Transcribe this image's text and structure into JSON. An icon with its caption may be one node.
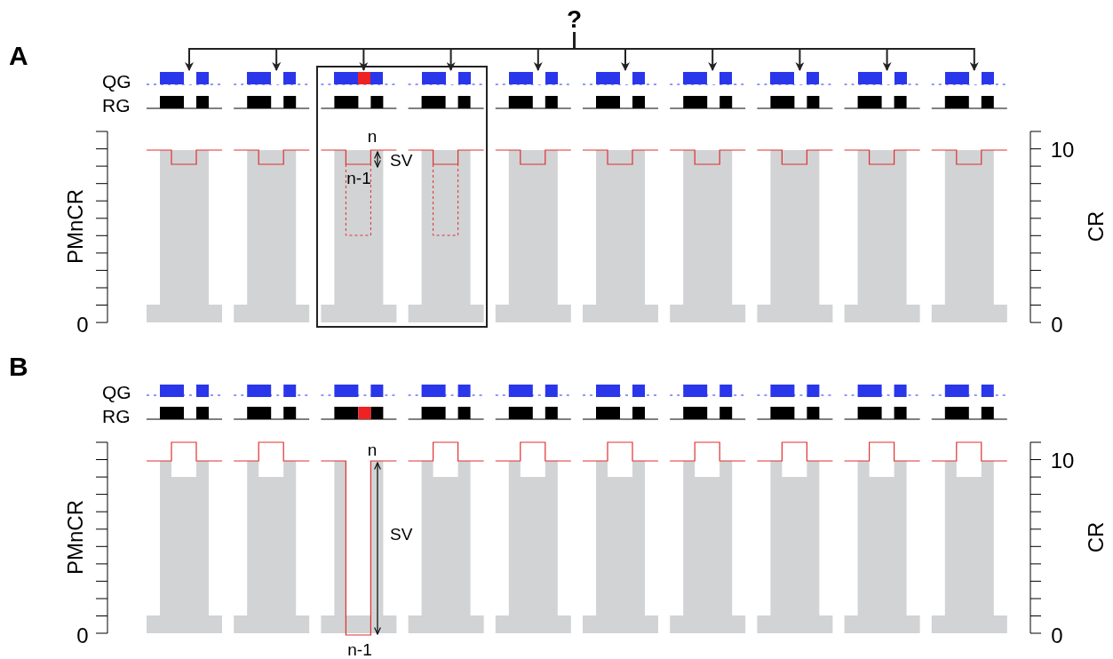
{
  "diagram": {
    "nodes": [
      {
        "text": [
          "?"
        ]
      },
      {
        "text": [],
        "shape": "bar"
      },
      {
        "text": [],
        "shape": "bar"
      },
      {
        "text": [],
        "shape": "bar"
      },
      {
        "text": [],
        "shape": "bar"
      },
      {
        "text": [],
        "shape": "bar"
      },
      {
        "text": [],
        "shape": "bar"
      },
      {
        "text": [],
        "shape": "bar"
      },
      {
        "text": [],
        "shape": "bar"
      },
      {
        "text": [],
        "shape": "bar"
      },
      {
        "text": [],
        "shape": "bar"
      }
    ],
    "edges": [
      {
        "from": 0,
        "to": 1,
        "arrow": "to"
      },
      {
        "from": 0,
        "to": 2,
        "arrow": "to"
      },
      {
        "from": 0,
        "to": 3,
        "arrow": "to"
      },
      {
        "from": 0,
        "to": 4,
        "arrow": "to"
      },
      {
        "from": 0,
        "to": 5,
        "arrow": "to"
      },
      {
        "from": 0,
        "to": 6,
        "arrow": "to"
      },
      {
        "from": 0,
        "to": 7,
        "arrow": "to"
      },
      {
        "from": 0,
        "to": 8,
        "arrow": "to"
      },
      {
        "from": 0,
        "to": 9,
        "arrow": "to"
      },
      {
        "from": 0,
        "to": 10,
        "arrow": "to"
      }
    ],
    "labels": [
      "A",
      "QG",
      "RG",
      "PMnCR",
      "0",
      "n",
      "SV",
      "n-1",
      "10",
      "CR",
      "0",
      "B",
      "QG",
      "RG",
      "PMnCR",
      "0",
      "n",
      "SV",
      "n-1",
      "10",
      "CR",
      "0"
    ]
  }
}
